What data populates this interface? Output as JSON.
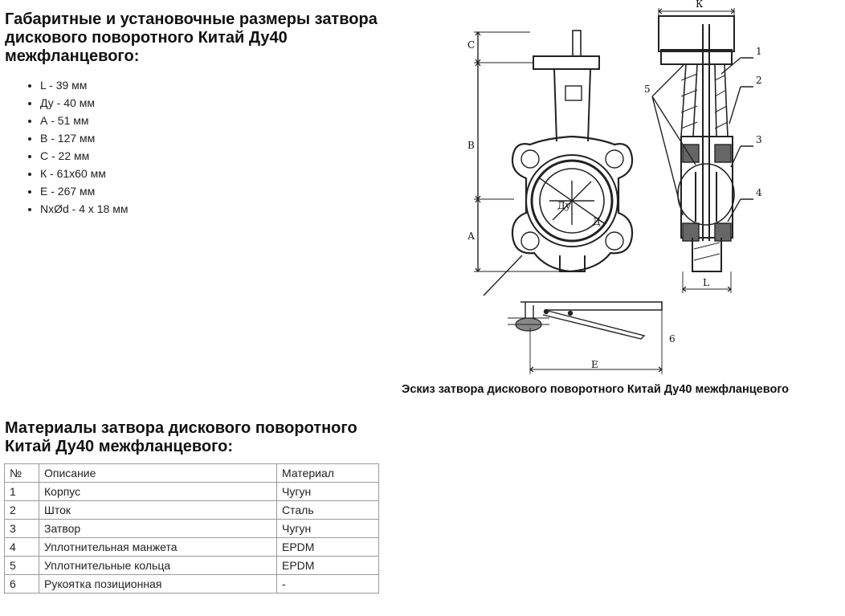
{
  "dimensions": {
    "heading": "Габаритные и установочные размеры затвора дискового поворотного Китай Ду40 межфланцевого:",
    "items": [
      "L - 39 мм",
      "Ду - 40 мм",
      "А - 51 мм",
      "В - 127 мм",
      "С - 22 мм",
      "К - 61х60 мм",
      "Е - 267 мм",
      "NxØd - 4 х 18 мм"
    ]
  },
  "sketch": {
    "caption": "Эскиз затвора дискового поворотного Китай Ду40 межфланцевого",
    "labels": {
      "K": "К",
      "C": "С",
      "B": "В",
      "A": "А",
      "L": "L",
      "E": "Е",
      "Dy": "Ду",
      "D": "Д",
      "n1": "1",
      "n2": "2",
      "n3": "3",
      "n4": "4",
      "n5": "5",
      "n6": "6"
    }
  },
  "materials": {
    "heading": "Материалы затвора дискового поворотного Китай Ду40 межфланцевого:",
    "columns": [
      "№",
      "Описание",
      "Материал"
    ],
    "rows": [
      [
        "1",
        "Корпус",
        "Чугун"
      ],
      [
        "2",
        "Шток",
        "Сталь"
      ],
      [
        "3",
        "Затвор",
        "Чугун"
      ],
      [
        "4",
        "Уплотнительная манжета",
        "EPDM"
      ],
      [
        "5",
        "Уплотнительные кольца",
        "EPDM"
      ],
      [
        "6",
        "Рукоятка позиционная",
        "-"
      ]
    ]
  }
}
